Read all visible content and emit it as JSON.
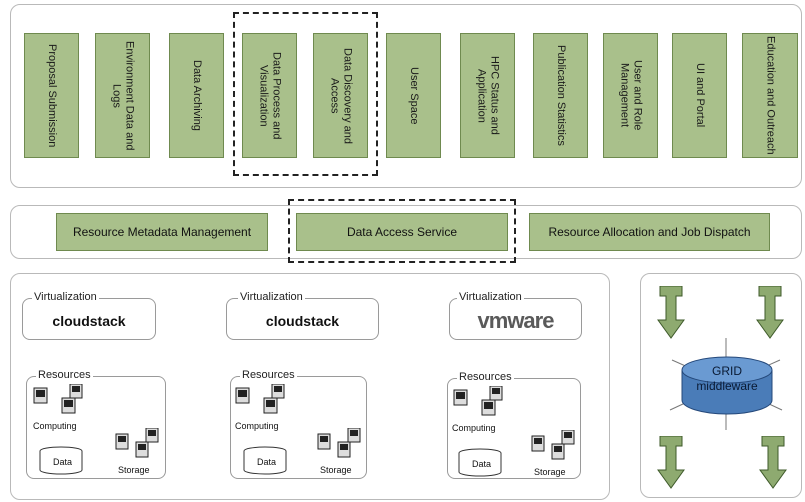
{
  "services": [
    {
      "label": "Proposal Submission"
    },
    {
      "label": "Environment Data and Logs"
    },
    {
      "label": "Data Archiving"
    },
    {
      "label": "Data Process and Visualization"
    },
    {
      "label": "Data Discovery and Access"
    },
    {
      "label": "User Space"
    },
    {
      "label": "HPC Status and Application"
    },
    {
      "label": "Publication Statistics"
    },
    {
      "label": "User and Role Management"
    },
    {
      "label": "UI and Portal"
    },
    {
      "label": "Education and Outreach"
    }
  ],
  "middle_services": [
    {
      "label": "Resource Metadata Management"
    },
    {
      "label": "Data Access Service"
    },
    {
      "label": "Resource Allocation and Job Dispatch"
    }
  ],
  "clusters": [
    {
      "virtualization_legend": "Virtualization",
      "virtualization_name": "cloudstack",
      "resources_legend": "Resources",
      "computing": "Computing",
      "data": "Data",
      "storage": "Storage"
    },
    {
      "virtualization_legend": "Virtualization",
      "virtualization_name": "cloudstack",
      "resources_legend": "Resources",
      "computing": "Computing",
      "data": "Data",
      "storage": "Storage"
    },
    {
      "virtualization_legend": "Virtualization",
      "virtualization_name": "vmware",
      "resources_legend": "Resources",
      "computing": "Computing",
      "data": "Data",
      "storage": "Storage"
    }
  ],
  "grid": {
    "label": "GRID middleware"
  },
  "colors": {
    "service_fill": "#a9c08b",
    "grid_fill": "#5b8fc8",
    "vmware_brand": "#5a5a5a"
  }
}
